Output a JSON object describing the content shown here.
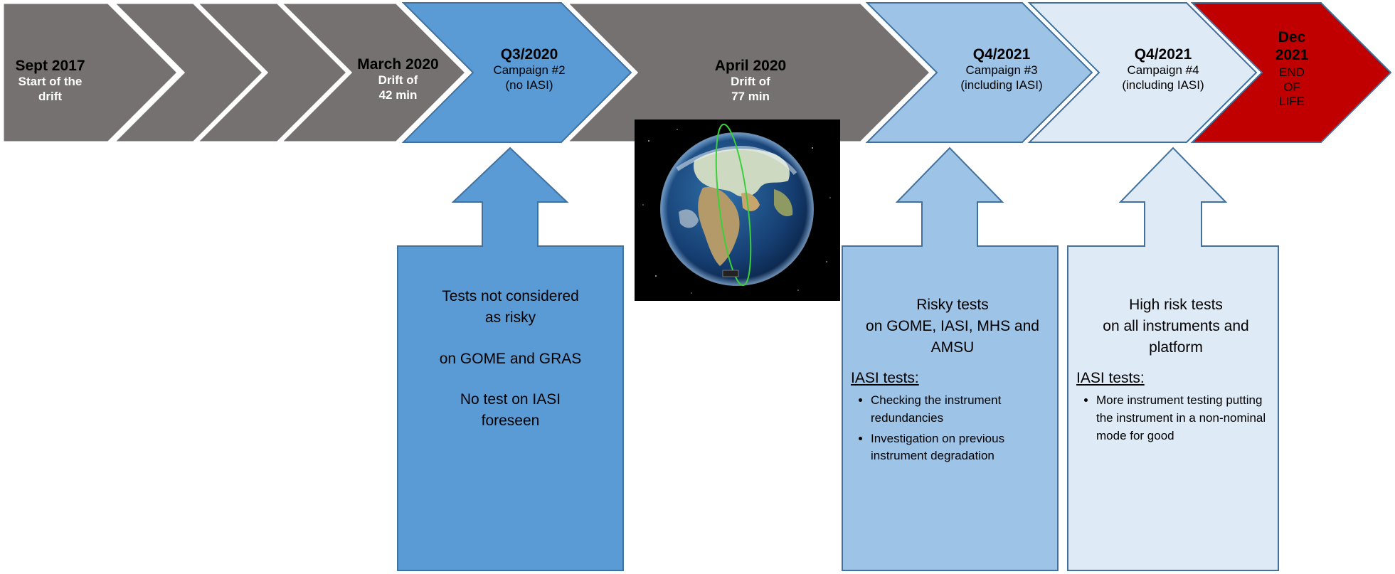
{
  "colors": {
    "gray": "#767171",
    "blue_dark": "#5b9bd5",
    "blue_mid": "#9dc3e6",
    "blue_light": "#deebf7",
    "red": "#c00000",
    "outline": "#41719c"
  },
  "timeline": [
    {
      "title": "Sept 2017",
      "subtitle": [
        "Start of the",
        "drift"
      ]
    },
    {
      "title": "March 2020",
      "subtitle": [
        "Drift of",
        "42 min"
      ]
    },
    {
      "title": "Q3/2020",
      "subtitle": [
        "Campaign #2",
        "(no IASI)"
      ]
    },
    {
      "title": "April 2020",
      "subtitle": [
        "Drift of",
        "77 min"
      ]
    },
    {
      "title": "Q4/2021",
      "subtitle": [
        "Campaign #3",
        "(including IASI)"
      ]
    },
    {
      "title": "Q4/2021",
      "subtitle": [
        "Campaign #4",
        "(including IASI)"
      ]
    },
    {
      "title": "Dec 2021",
      "subtitle": [
        "END",
        "OF",
        "LIFE"
      ]
    }
  ],
  "boxes": {
    "campaign2": {
      "lines": [
        "Tests not considered",
        "as risky",
        "on GOME and GRAS",
        "No test on IASI",
        "foreseen"
      ]
    },
    "campaign3": {
      "lines": [
        "Risky tests",
        "on GOME, IASI, MHS and",
        "AMSU"
      ],
      "heading": "IASI tests:",
      "bullets": [
        "Checking the instrument redundancies",
        "Investigation on previous instrument degradation"
      ]
    },
    "campaign4": {
      "lines": [
        "High risk tests",
        "on all instruments and",
        "platform"
      ],
      "heading": "IASI tests:",
      "bullets": [
        "More instrument testing putting the instrument in a non-nominal mode for good"
      ]
    }
  },
  "image": {
    "icon": "earth-globe-orbit-icon"
  }
}
